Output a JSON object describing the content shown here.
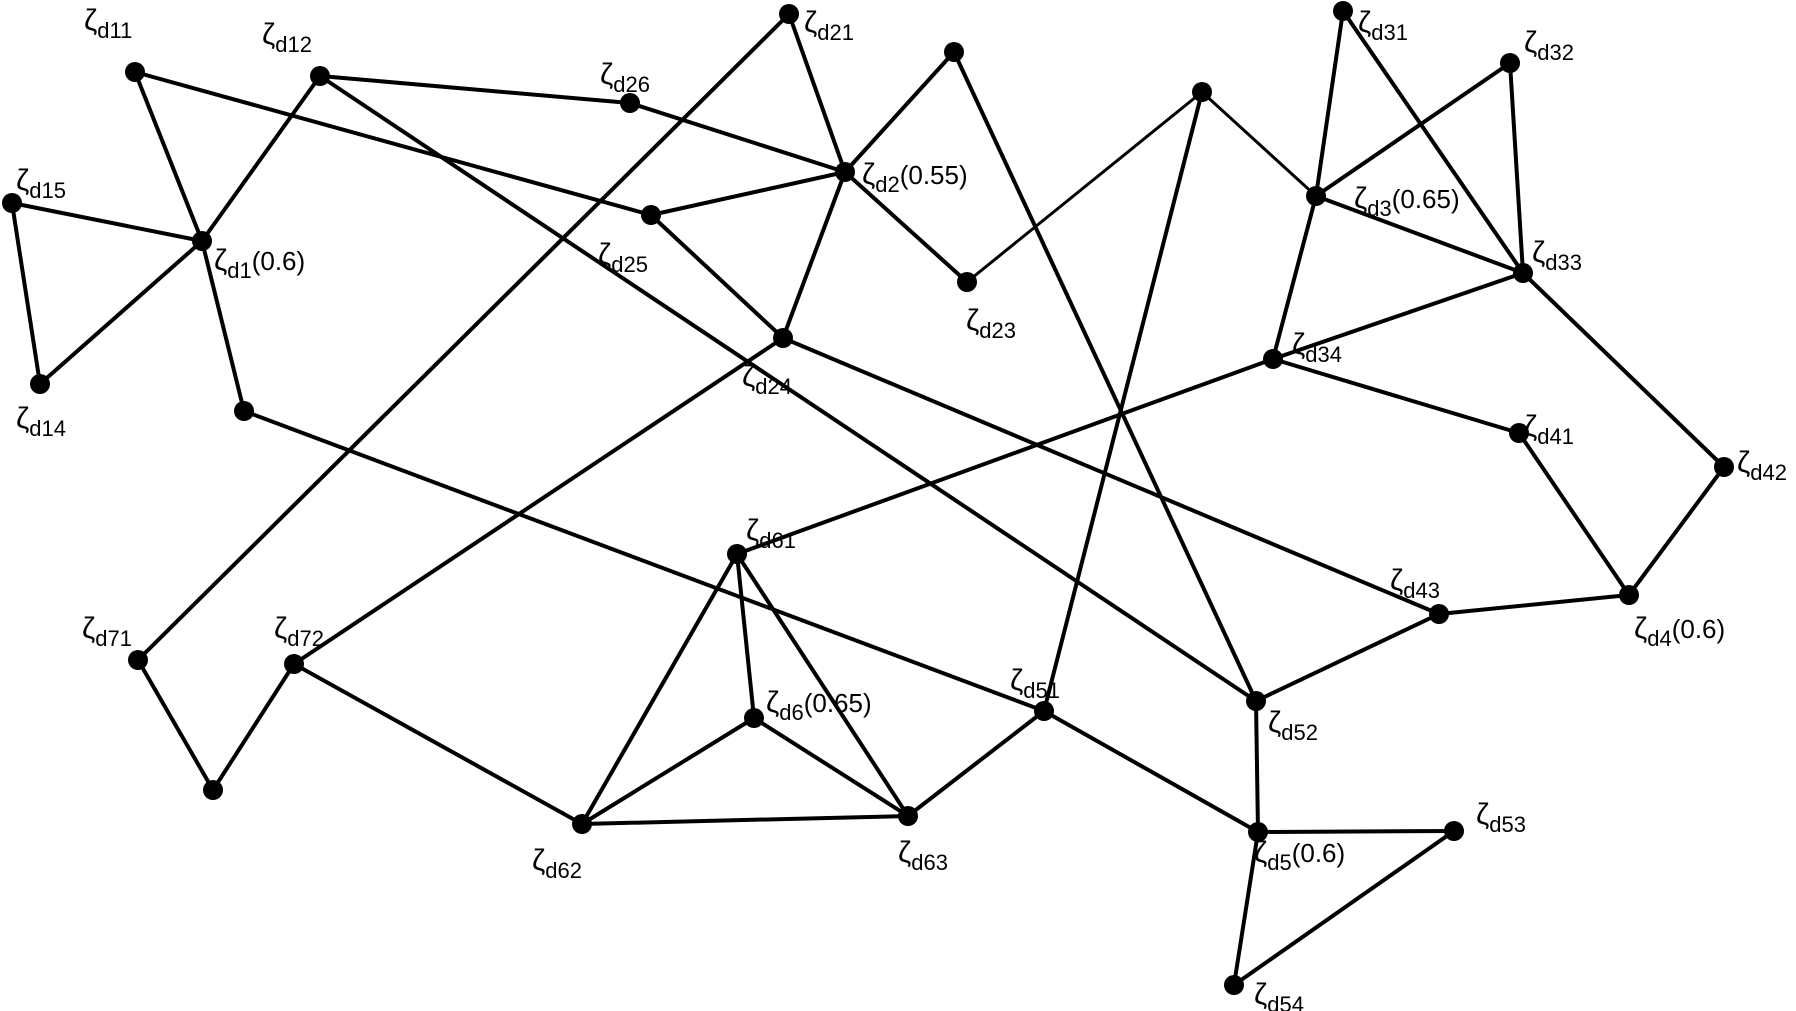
{
  "diagram": {
    "nodes": [
      {
        "id": "d11",
        "symbol": "ζ",
        "sub": "d11",
        "weight": ""
      },
      {
        "id": "d12",
        "symbol": "ζ",
        "sub": "d12",
        "weight": ""
      },
      {
        "id": "d15",
        "symbol": "ζ",
        "sub": "d15",
        "weight": ""
      },
      {
        "id": "d1",
        "symbol": "ζ",
        "sub": "d1",
        "weight": "(0.6)"
      },
      {
        "id": "d14",
        "symbol": "ζ",
        "sub": "d14",
        "weight": ""
      },
      {
        "id": "n_d1_low",
        "symbol": "",
        "sub": "",
        "weight": ""
      },
      {
        "id": "d26",
        "symbol": "ζ",
        "sub": "d26",
        "weight": ""
      },
      {
        "id": "d21",
        "symbol": "ζ",
        "sub": "d21",
        "weight": ""
      },
      {
        "id": "n_d2_top",
        "symbol": "",
        "sub": "",
        "weight": ""
      },
      {
        "id": "d2",
        "symbol": "ζ",
        "sub": "d2",
        "weight": "(0.55)"
      },
      {
        "id": "d25",
        "symbol": "ζ",
        "sub": "d25",
        "weight": ""
      },
      {
        "id": "d23",
        "symbol": "ζ",
        "sub": "d23",
        "weight": ""
      },
      {
        "id": "d24",
        "symbol": "ζ",
        "sub": "d24",
        "weight": ""
      },
      {
        "id": "n_mid_top",
        "symbol": "",
        "sub": "",
        "weight": ""
      },
      {
        "id": "d31",
        "symbol": "ζ",
        "sub": "d31",
        "weight": ""
      },
      {
        "id": "d32",
        "symbol": "ζ",
        "sub": "d32",
        "weight": ""
      },
      {
        "id": "d3",
        "symbol": "ζ",
        "sub": "d3",
        "weight": "(0.65)"
      },
      {
        "id": "d33",
        "symbol": "ζ",
        "sub": "d33",
        "weight": ""
      },
      {
        "id": "d34",
        "symbol": "ζ",
        "sub": "d34",
        "weight": ""
      },
      {
        "id": "d41",
        "symbol": "ζ",
        "sub": "d41",
        "weight": ""
      },
      {
        "id": "d42",
        "symbol": "ζ",
        "sub": "d42",
        "weight": ""
      },
      {
        "id": "d4",
        "symbol": "ζ",
        "sub": "d4",
        "weight": "(0.6)"
      },
      {
        "id": "d43",
        "symbol": "ζ",
        "sub": "d43",
        "weight": ""
      },
      {
        "id": "d61",
        "symbol": "ζ",
        "sub": "d61",
        "weight": ""
      },
      {
        "id": "d6",
        "symbol": "ζ",
        "sub": "d6",
        "weight": "(0.65)"
      },
      {
        "id": "d62",
        "symbol": "ζ",
        "sub": "d62",
        "weight": ""
      },
      {
        "id": "d63",
        "symbol": "ζ",
        "sub": "d63",
        "weight": ""
      },
      {
        "id": "d71",
        "symbol": "ζ",
        "sub": "d71",
        "weight": ""
      },
      {
        "id": "d72",
        "symbol": "ζ",
        "sub": "d72",
        "weight": ""
      },
      {
        "id": "n_d7_low",
        "symbol": "",
        "sub": "",
        "weight": ""
      },
      {
        "id": "d51",
        "symbol": "ζ",
        "sub": "d51",
        "weight": ""
      },
      {
        "id": "d52",
        "symbol": "ζ",
        "sub": "d52",
        "weight": ""
      },
      {
        "id": "d5",
        "symbol": "ζ",
        "sub": "d5",
        "weight": "(0.6)"
      },
      {
        "id": "d53",
        "symbol": "ζ",
        "sub": "d53",
        "weight": ""
      },
      {
        "id": "d54",
        "symbol": "ζ",
        "sub": "d54",
        "weight": ""
      }
    ],
    "edges": [
      [
        "d11",
        "d1"
      ],
      [
        "d12",
        "d1"
      ],
      [
        "d15",
        "d1"
      ],
      [
        "d15",
        "d14"
      ],
      [
        "d14",
        "d1"
      ],
      [
        "d1",
        "n_d1_low"
      ],
      [
        "d11",
        "d25"
      ],
      [
        "d12",
        "d26"
      ],
      [
        "d26",
        "d2"
      ],
      [
        "d12",
        "d52"
      ],
      [
        "d21",
        "d2"
      ],
      [
        "d21",
        "d71"
      ],
      [
        "n_d2_top",
        "d2"
      ],
      [
        "n_d2_top",
        "d52"
      ],
      [
        "d2",
        "d25"
      ],
      [
        "d2",
        "d23"
      ],
      [
        "d2",
        "d24"
      ],
      [
        "d25",
        "d24"
      ],
      [
        "d23",
        "n_mid_top"
      ],
      [
        "n_mid_top",
        "d3"
      ],
      [
        "n_mid_top",
        "d51"
      ],
      [
        "d24",
        "d72"
      ],
      [
        "d24",
        "d43"
      ],
      [
        "d31",
        "d3"
      ],
      [
        "d31",
        "d33"
      ],
      [
        "d32",
        "d3"
      ],
      [
        "d32",
        "d33"
      ],
      [
        "d3",
        "d33"
      ],
      [
        "d3",
        "d34"
      ],
      [
        "d33",
        "d34"
      ],
      [
        "d33",
        "d42"
      ],
      [
        "d34",
        "d41"
      ],
      [
        "d34",
        "d61"
      ],
      [
        "d41",
        "d4"
      ],
      [
        "d42",
        "d4"
      ],
      [
        "d4",
        "d43"
      ],
      [
        "d43",
        "d52"
      ],
      [
        "n_d1_low",
        "d51"
      ],
      [
        "d61",
        "d6"
      ],
      [
        "d61",
        "d62"
      ],
      [
        "d61",
        "d63"
      ],
      [
        "d6",
        "d62"
      ],
      [
        "d6",
        "d63"
      ],
      [
        "d62",
        "d63"
      ],
      [
        "d72",
        "d62"
      ],
      [
        "d71",
        "n_d7_low"
      ],
      [
        "d72",
        "n_d7_low"
      ],
      [
        "d63",
        "d51"
      ],
      [
        "d51",
        "d5"
      ],
      [
        "d52",
        "d5"
      ],
      [
        "d5",
        "d53"
      ],
      [
        "d5",
        "d54"
      ],
      [
        "d53",
        "d54"
      ]
    ]
  }
}
